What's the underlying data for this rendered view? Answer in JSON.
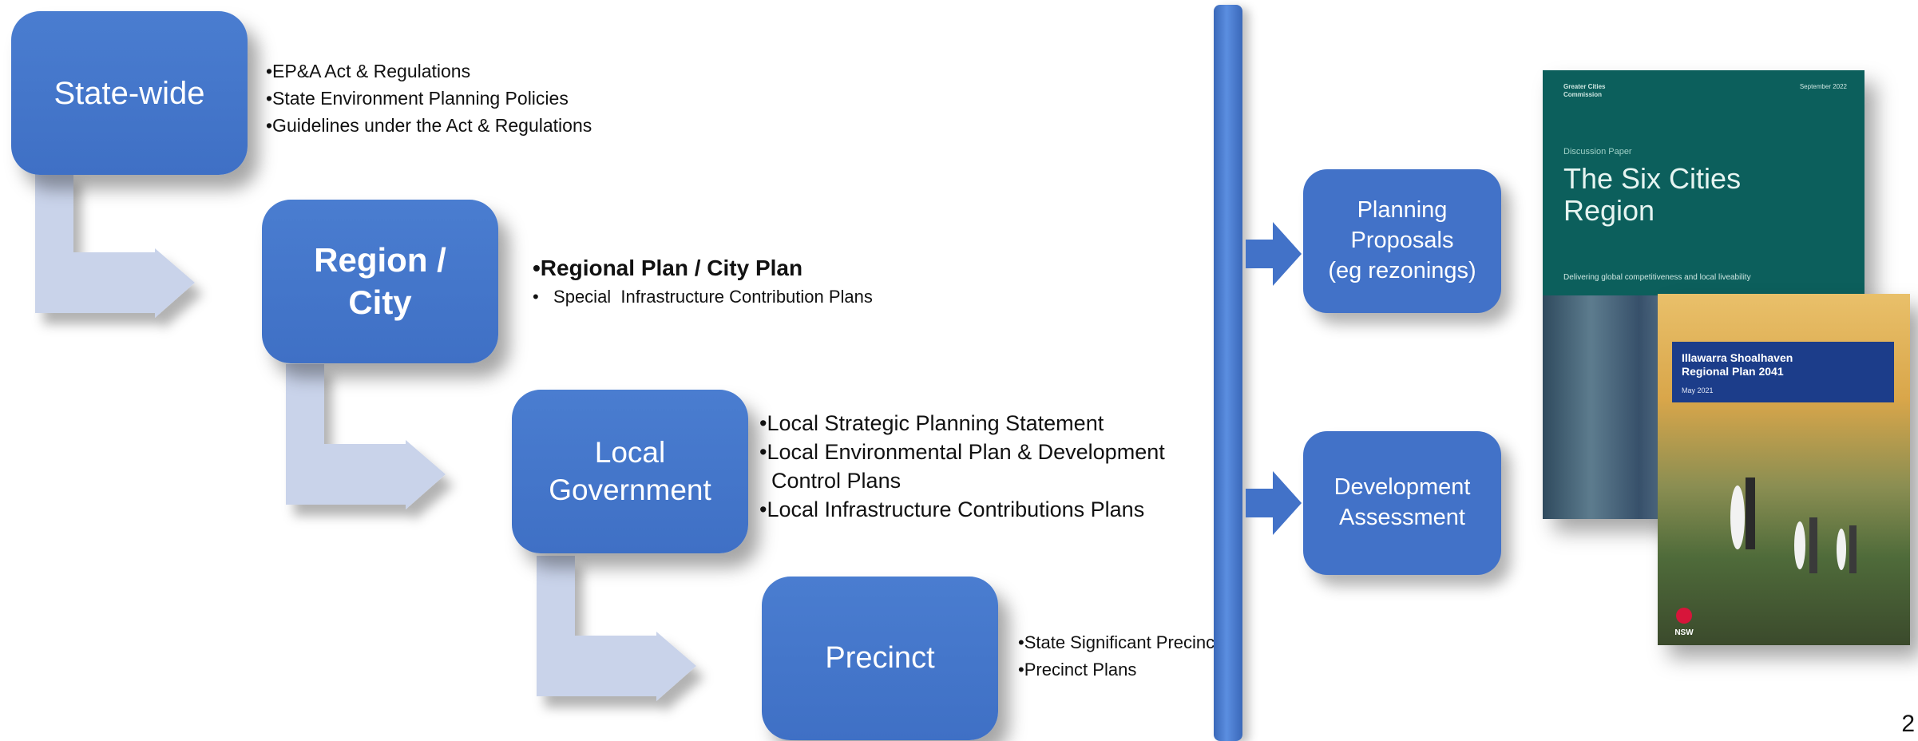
{
  "levels": [
    {
      "id": "state",
      "lines": [
        "State-wide"
      ]
    },
    {
      "id": "region",
      "lines": [
        "Region /",
        "City"
      ]
    },
    {
      "id": "local",
      "lines": [
        "Local",
        "Government"
      ]
    },
    {
      "id": "precinct",
      "lines": [
        "Precinct"
      ]
    }
  ],
  "bullets": {
    "state": [
      "•EP&A Act & Regulations",
      "•State Environment Planning Policies",
      "•Guidelines under the  Act & Regulations"
    ],
    "region": [
      "•Regional Plan / City Plan",
      "•   Special  Infrastructure Contribution Plans"
    ],
    "local": [
      "•Local Strategic Planning Statement",
      "•Local Environmental Plan & Development",
      "  Control Plans",
      "•Local Infrastructure Contributions Plans"
    ],
    "precinct": [
      "•State Significant Precincts",
      "•Precinct Plans"
    ]
  },
  "side_boxes": {
    "planning": [
      "Planning",
      "Proposals",
      "(eg rezonings)"
    ],
    "development": [
      "Development",
      "Assessment"
    ]
  },
  "covers": {
    "six_cities": {
      "publisher": "Greater Cities Commission",
      "date": "September 2022",
      "kicker": "Discussion Paper",
      "title_lines": [
        "The Six Cities",
        "Region"
      ],
      "tagline": "Delivering global competitiveness and local liveability"
    },
    "illawarra": {
      "title_lines": [
        "Illawarra Shoalhaven",
        "Regional Plan 2041"
      ],
      "date": "May 2021",
      "logo_text": "NSW"
    }
  },
  "page_number": "2",
  "colors": {
    "box_blue": "#4272c8",
    "arrow_fill": "#c9d3ea",
    "teal_cover": "#0c5f5c",
    "navy_band": "#1c3d8a"
  }
}
